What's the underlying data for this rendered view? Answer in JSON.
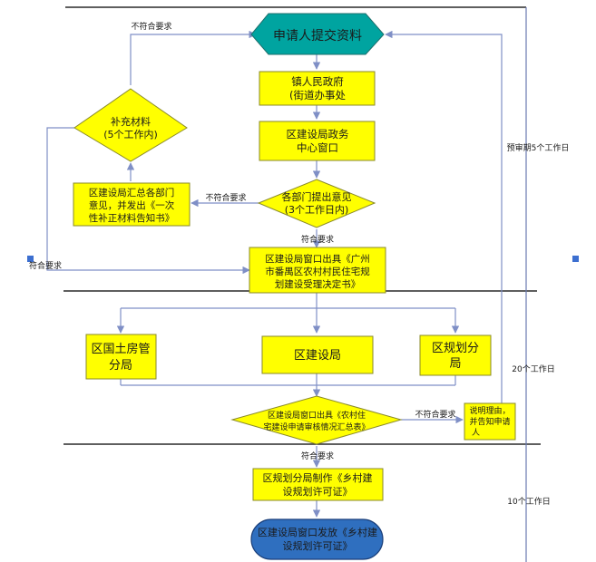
{
  "colors": {
    "box_fill": "#ffff00",
    "box_stroke": "#8a8a2a",
    "start_fill": "#00a4a0",
    "end_fill": "#2f6fbf",
    "line": "#7f8fc6",
    "rule": "#2a2a2a",
    "text": "#1a1a1a",
    "white_text": "#ffffff",
    "handle": "#3c6fd0"
  },
  "nodes": {
    "start": "申请人提交资料",
    "town": [
      "镇人民政府",
      "(街道办事处"
    ],
    "center": [
      "区建设局政务",
      "中心窗口"
    ],
    "opinion": [
      "各部门提出意见",
      "(3个工作日内)"
    ],
    "summary": [
      "区建设局汇总各部门",
      "意见，并发出《一次",
      "性补正材料告知书》"
    ],
    "supplement": [
      "补充材料",
      "(5个工作内)"
    ],
    "acceptance": [
      "区建设局窗口出具《广州",
      "市番禺区农村村民住宅规",
      "划建设受理决定书》"
    ],
    "land": [
      "区国土房管",
      "分局"
    ],
    "construction": [
      "区建设局"
    ],
    "planning": [
      "区规划分",
      "局"
    ],
    "review": [
      "区建设局窗口出具《农村住",
      "宅建设申请审核情况汇总表》"
    ],
    "explain": [
      "说明理由，",
      "并告知申请",
      "人"
    ],
    "make_permit": [
      "区规划分局制作《乡村建",
      "设规划许可证》"
    ],
    "issue_permit": [
      "区建设局窗口发放《乡村建",
      "设规划许可证》"
    ]
  },
  "edge_labels": {
    "not_meet_top": "不符合要求",
    "not_meet_opinion": "不符合要求",
    "not_meet_review": "不符合要求",
    "meet_opinion": "符合要求",
    "meet_left": "符合要求",
    "meet_review": "符合要求"
  },
  "phases": {
    "pre_review": "预审期5个工作日",
    "review": "20个工作日",
    "permit": "10个工作日"
  }
}
